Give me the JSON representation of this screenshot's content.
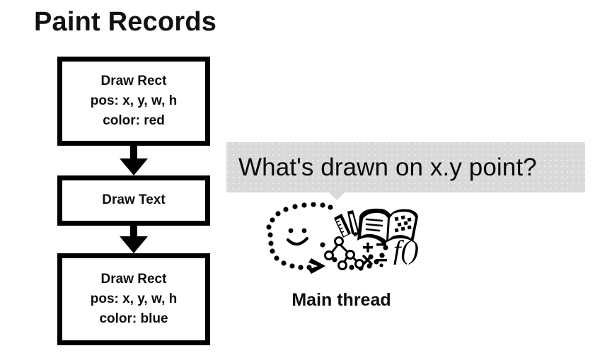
{
  "slide": {
    "title": "Paint Records",
    "background_color": "#ffffff",
    "ink_color": "#000000"
  },
  "paint_records": {
    "boxes": [
      {
        "name": "draw-rect-red",
        "lines": [
          "Draw Rect",
          "pos: x, y, w, h",
          "color: red"
        ]
      },
      {
        "name": "draw-text",
        "lines": [
          "Draw Text"
        ]
      },
      {
        "name": "draw-rect-blue",
        "lines": [
          "Draw Rect",
          "pos: x, y, w, h",
          "color: blue"
        ]
      }
    ],
    "arrow_icon": "down-arrow-icon"
  },
  "question": {
    "bubble_text": "What's drawn on x.y point?",
    "bubble_color": "#d9d9d9",
    "tail_icon": "speech-bubble-tail-icon"
  },
  "actor": {
    "label": "Main thread",
    "illustration_name": "thinking-cloud-illustration",
    "elements": [
      "smiley-face-icon",
      "ruler-icon",
      "pencil-icon",
      "open-book-icon",
      "tree-graph-icon",
      "math-operators-icon",
      "function-notation-icon",
      "chevron-right-icon"
    ],
    "math_operators": "+ - x ÷",
    "function_notation": "f()"
  }
}
